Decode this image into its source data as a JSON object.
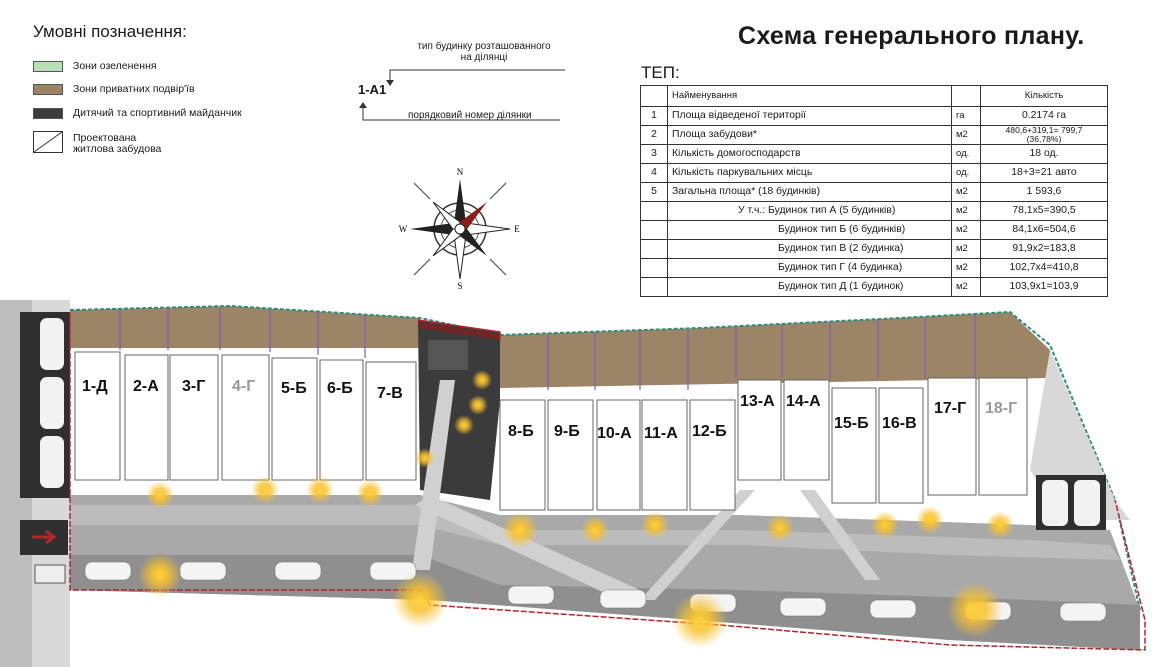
{
  "legend": {
    "title": "Умовні позначення:",
    "items": [
      {
        "label": "Зони озеленення",
        "color": "#b9e0b4"
      },
      {
        "label": "Зони приватних подвір'їв",
        "color": "#9c8566"
      },
      {
        "label": "Дитячий та спортивний майданчик",
        "color": "#3b3b3b"
      },
      {
        "label": "Проектована\nжитлова забудова",
        "color": "#ffffff"
      }
    ]
  },
  "marker": {
    "code": "1-А1",
    "top_note": "тип будинку розташованного\nна ділянці",
    "bottom_note": "порядковий номер ділянки"
  },
  "compass": {
    "n": "N",
    "s": "S",
    "e": "E",
    "w": "W"
  },
  "plan_title": "Схема генерального плану.",
  "tep": {
    "label": "ТЕП:",
    "header": {
      "name": "Найменування",
      "qty": "Кількість"
    },
    "rows": [
      {
        "n": "1",
        "name": "Площа відведеної території",
        "unit": "га",
        "qty": "0.2174 га"
      },
      {
        "n": "2",
        "name": "Площа забудови*",
        "unit": "м2",
        "qty": "480,6+319,1= 799,7\n(36,78%)"
      },
      {
        "n": "3",
        "name": "Кількість домогосподарств",
        "unit": "од.",
        "qty": "18 од."
      },
      {
        "n": "4",
        "name": "Кількість паркувальних місць",
        "unit": "од.",
        "qty": "18+3=21 авто"
      },
      {
        "n": "5",
        "name": "Загальна площа* (18 будинків)",
        "unit": "м2",
        "qty": "1 593,6"
      },
      {
        "n": "",
        "name": "У т.ч.: Будинок тип А (5 будинків)",
        "unit": "м2",
        "qty": "78,1х5=390,5"
      },
      {
        "n": "",
        "name": "Будинок тип Б (6 будинків)",
        "unit": "м2",
        "qty": "84,1х6=504,6"
      },
      {
        "n": "",
        "name": "Будинок тип В (2 будинка)",
        "unit": "м2",
        "qty": "91,9х2=183,8"
      },
      {
        "n": "",
        "name": "Будинок тип Г (4 будинка)",
        "unit": "м2",
        "qty": "102,7х4=410,8"
      },
      {
        "n": "",
        "name": "Будинок тип Д (1 будинок)",
        "unit": "м2",
        "qty": "103,9х1=103,9"
      }
    ]
  },
  "buildings": [
    {
      "label": "1-Д",
      "muted": false
    },
    {
      "label": "2-А",
      "muted": false
    },
    {
      "label": "3-Г",
      "muted": false
    },
    {
      "label": "4-Г",
      "muted": true
    },
    {
      "label": "5-Б",
      "muted": false
    },
    {
      "label": "6-Б",
      "muted": false
    },
    {
      "label": "7-В",
      "muted": false
    },
    {
      "label": "8-Б",
      "muted": false
    },
    {
      "label": "9-Б",
      "muted": false
    },
    {
      "label": "10-А",
      "muted": false
    },
    {
      "label": "11-А",
      "muted": false
    },
    {
      "label": "12-Б",
      "muted": false
    },
    {
      "label": "13-А",
      "muted": false
    },
    {
      "label": "14-А",
      "muted": false
    },
    {
      "label": "15-Б",
      "muted": false
    },
    {
      "label": "16-В",
      "muted": false
    },
    {
      "label": "17-Г",
      "muted": false
    },
    {
      "label": "18-Г",
      "muted": true
    }
  ]
}
